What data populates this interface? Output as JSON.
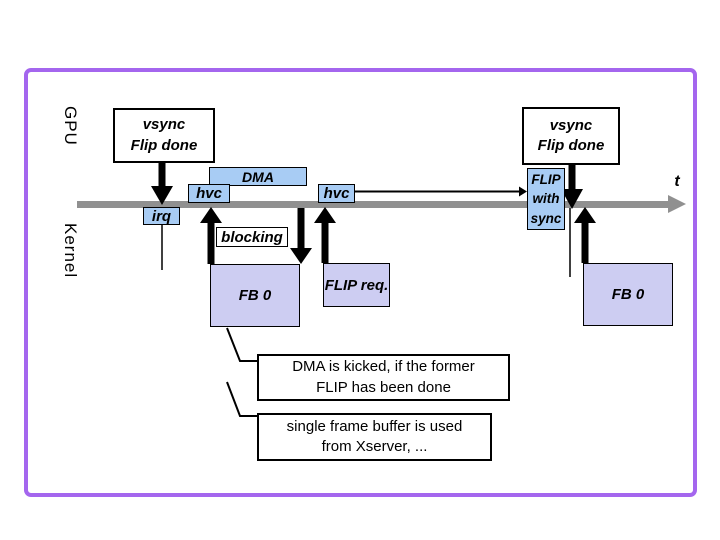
{
  "colors": {
    "frame_border": "#a466ee",
    "event_box_fill": "#a8ccf4",
    "buffer_box_fill": "#cdcdf2",
    "timeline_gray": "#909090",
    "arrow_black": "#000000",
    "background": "#ffffff"
  },
  "lanes": {
    "gpu": "GPU",
    "kernel": "Kernel"
  },
  "timeline": {
    "t_label": "t"
  },
  "labels": {
    "vsync_left": "vsync\nFlip done",
    "vsync_right": "vsync\nFlip done",
    "dma": "DMA",
    "hvc_first": "hvc",
    "hvc_second": "hvc",
    "irq": "irq",
    "blocking": "blocking",
    "fb0_left": "FB 0",
    "flip_req": "FLIP req.",
    "flip_with_sync": "FLIP\nwith\nsync",
    "fb0_right": "FB 0"
  },
  "callouts": [
    {
      "text": "DMA is kicked, if the former\nFLIP has been done"
    },
    {
      "text": "single frame buffer is used\nfrom Xserver, ..."
    }
  ]
}
